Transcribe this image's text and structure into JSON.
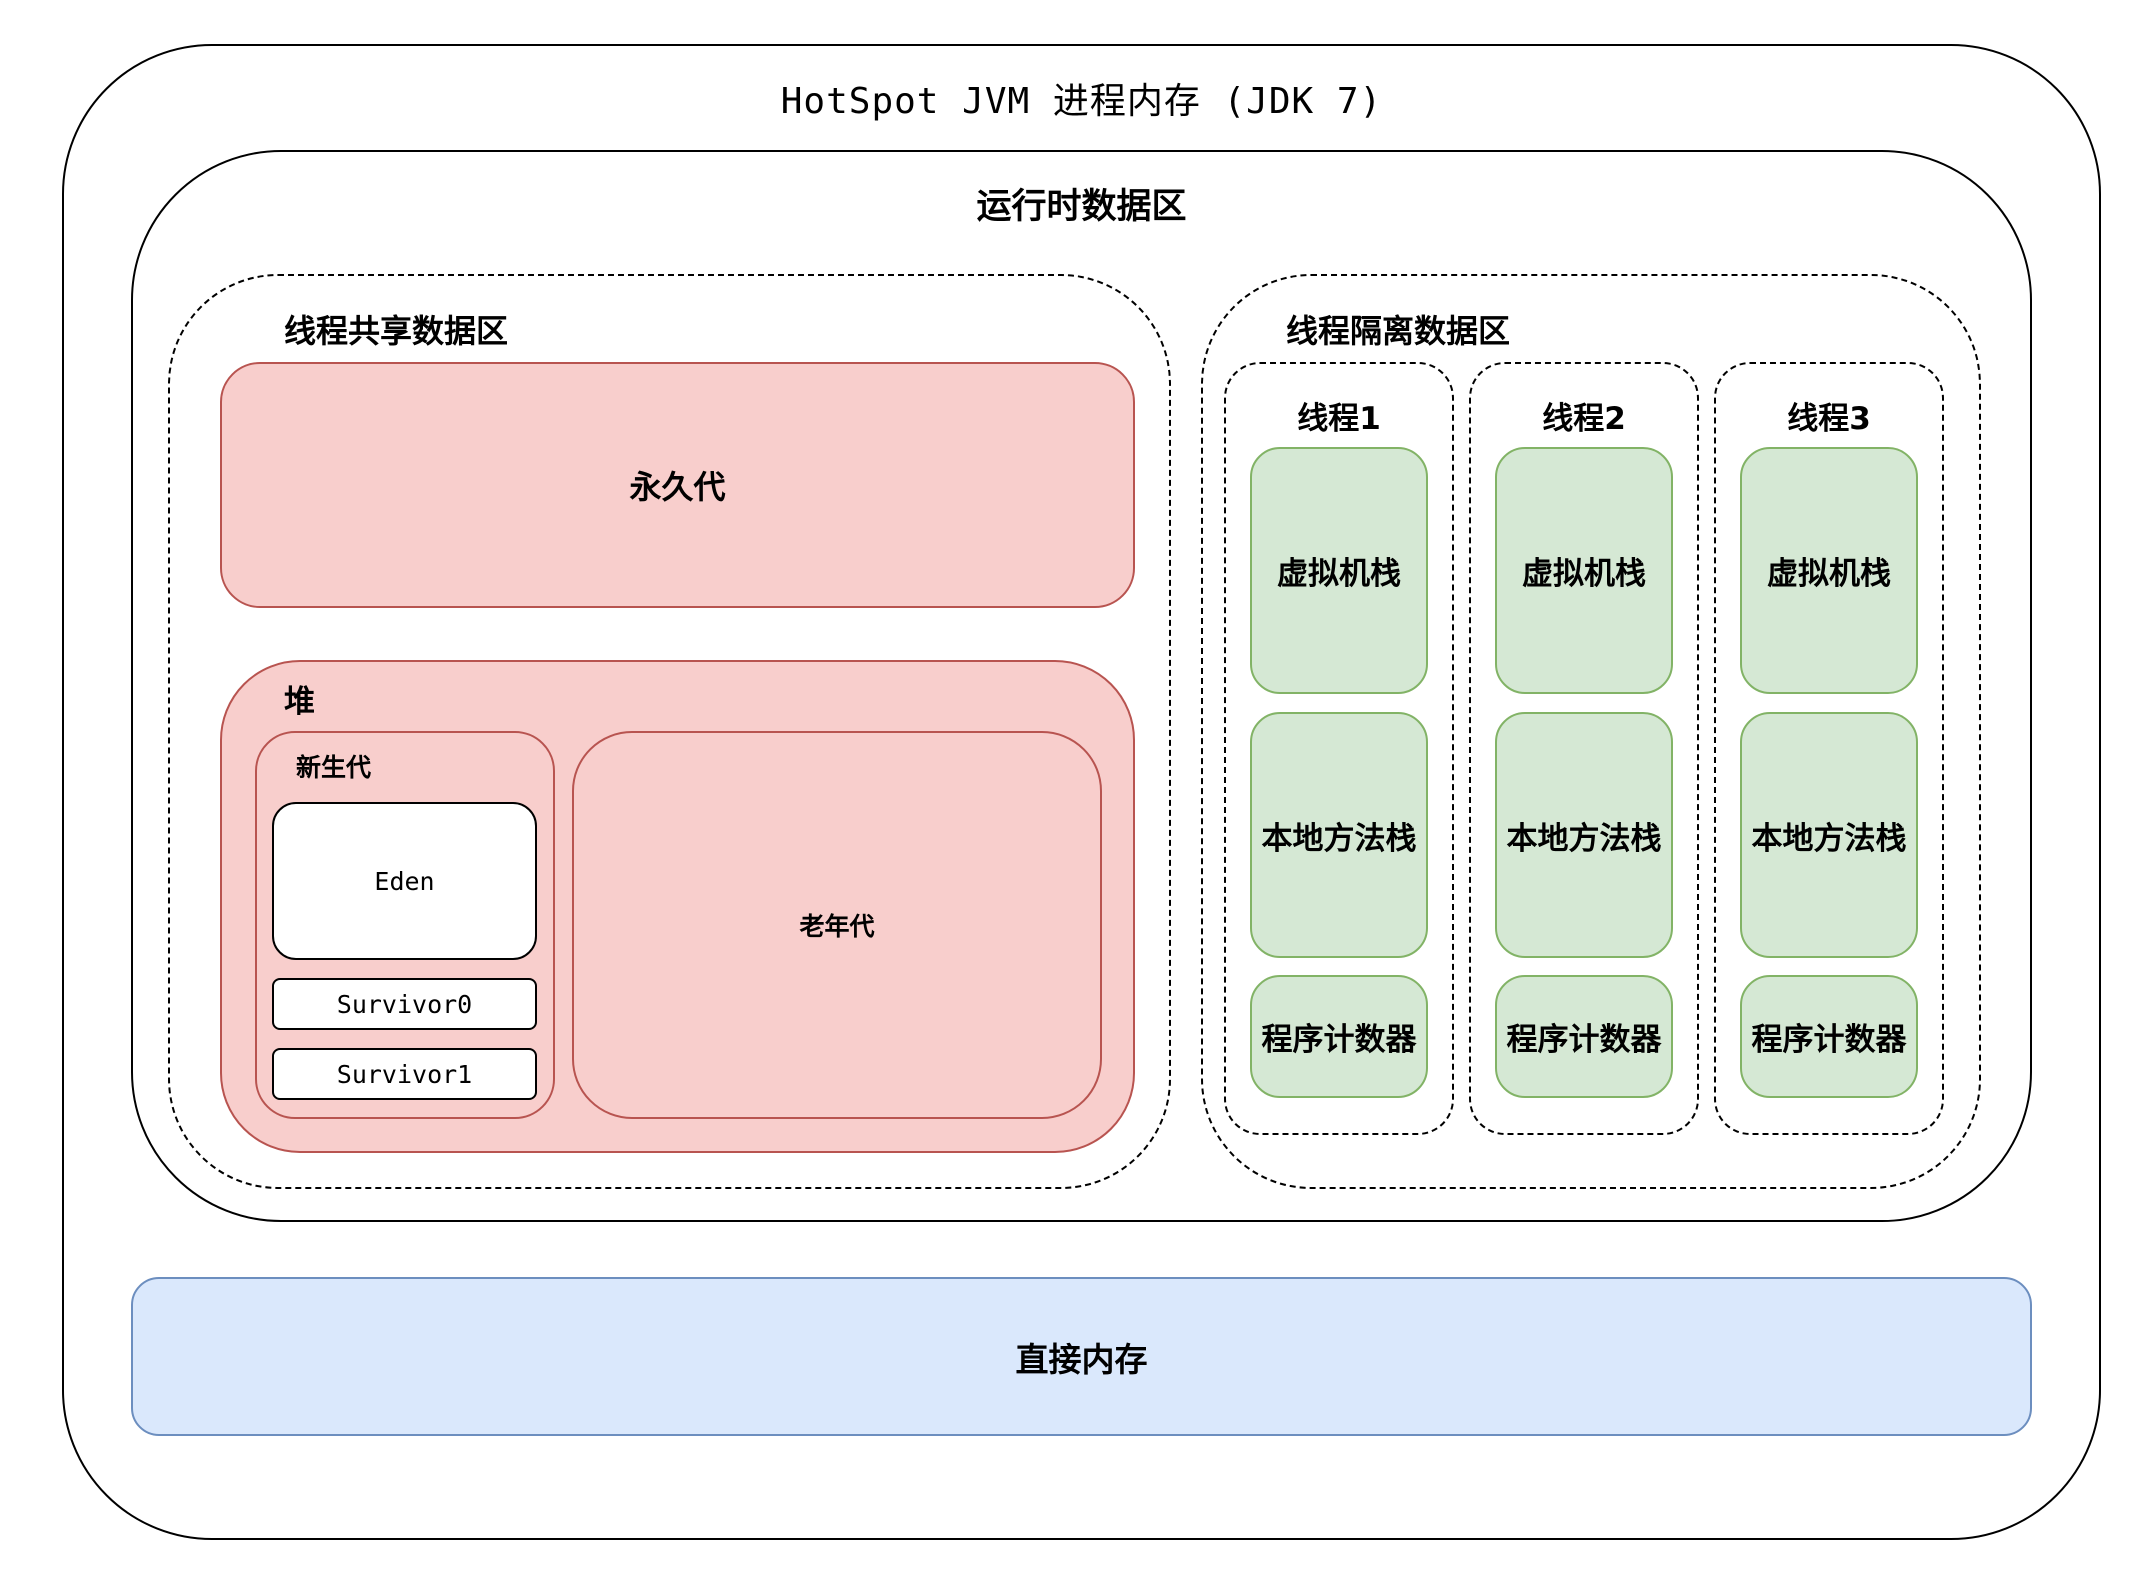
{
  "process": {
    "title": "HotSpot JVM 进程内存 (JDK 7)"
  },
  "runtime": {
    "title": "运行时数据区"
  },
  "shared": {
    "title": "线程共享数据区",
    "perm_gen": "永久代",
    "heap": {
      "title": "堆",
      "young": {
        "title": "新生代",
        "eden": "Eden",
        "survivor0": "Survivor0",
        "survivor1": "Survivor1"
      },
      "old": "老年代"
    }
  },
  "isolated": {
    "title": "线程隔离数据区",
    "threads": [
      {
        "title": "线程1",
        "vm_stack": "虚拟机栈",
        "native_stack": "本地方法栈",
        "pc": "程序计数器"
      },
      {
        "title": "线程2",
        "vm_stack": "虚拟机栈",
        "native_stack": "本地方法栈",
        "pc": "程序计数器"
      },
      {
        "title": "线程3",
        "vm_stack": "虚拟机栈",
        "native_stack": "本地方法栈",
        "pc": "程序计数器"
      }
    ]
  },
  "direct_memory": "直接内存",
  "colors": {
    "heap_fill": "#f8cecc",
    "heap_stroke": "#b85450",
    "thread_fill": "#d5e8d4",
    "thread_stroke": "#82b366",
    "direct_fill": "#dae8fc",
    "direct_stroke": "#6c8ebf"
  }
}
